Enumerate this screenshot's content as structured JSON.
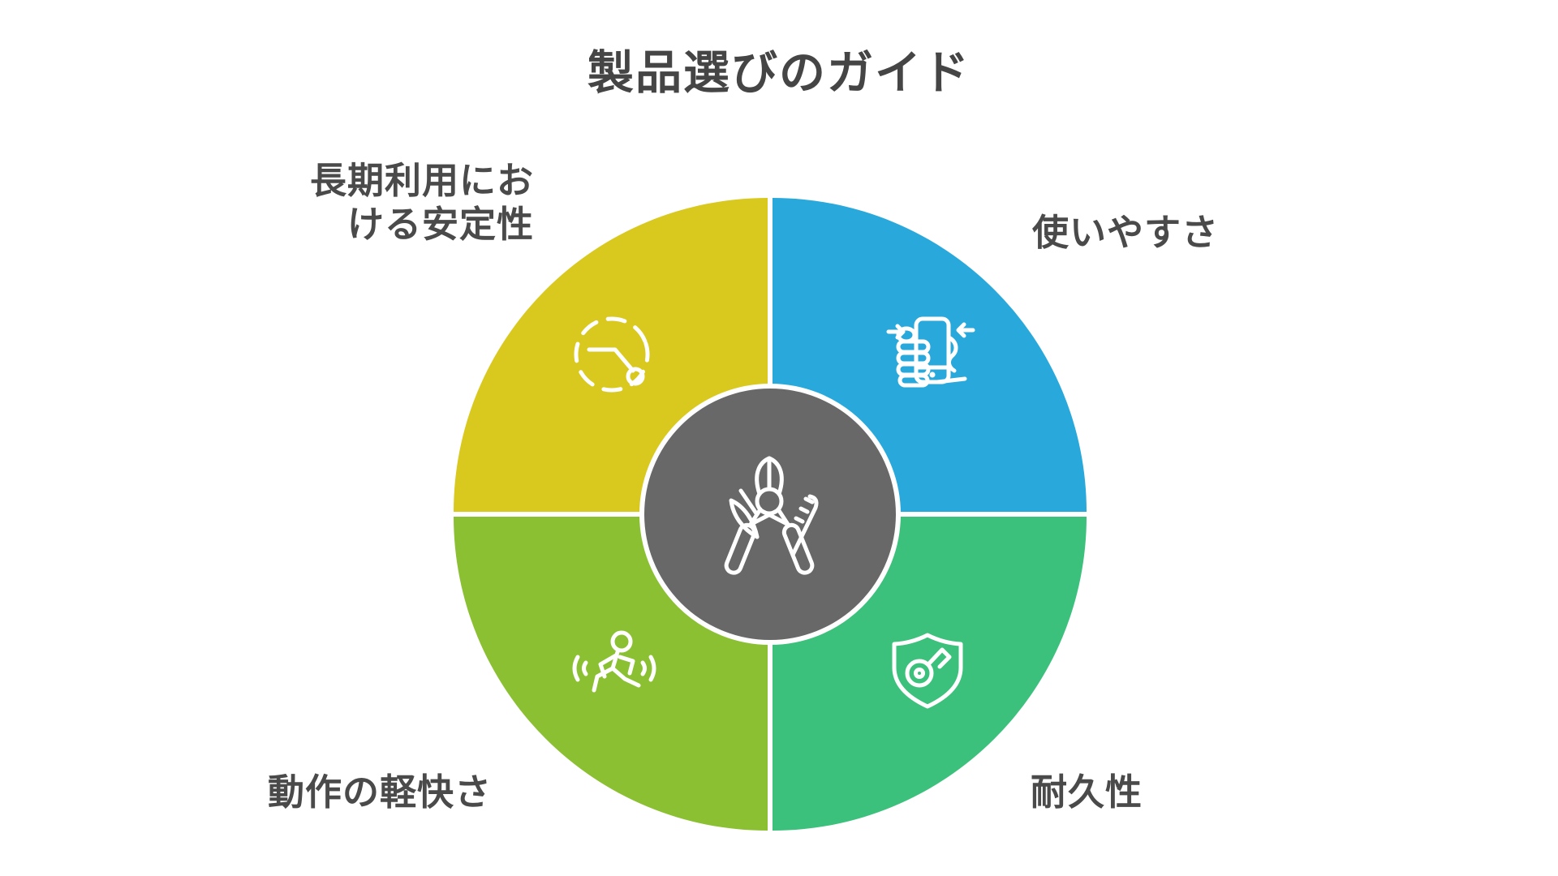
{
  "title": "製品選びのガイド",
  "colors": {
    "background": "#ffffff",
    "text": "#4a4a4a",
    "center_circle": "#686868",
    "quadrant_stability": "#d9c91f",
    "quadrant_ease": "#29a9db",
    "quadrant_light": "#8cc033",
    "quadrant_durability": "#3cc17c"
  },
  "diagram": {
    "center": {
      "icon": "wire-cutters-icon"
    },
    "quadrants": [
      {
        "position": "top-left",
        "label_line1": "長期利用にお",
        "label_line2": "ける安定性",
        "color": "#d9c91f",
        "icon": "dashed-clock-icon"
      },
      {
        "position": "top-right",
        "label": "使いやすさ",
        "color": "#29a9db",
        "icon": "hand-holding-phone-icon"
      },
      {
        "position": "bottom-left",
        "label": "動作の軽快さ",
        "color": "#8cc033",
        "icon": "running-person-icon"
      },
      {
        "position": "bottom-right",
        "label": "耐久性",
        "color": "#3cc17c",
        "icon": "shield-key-icon"
      }
    ]
  }
}
